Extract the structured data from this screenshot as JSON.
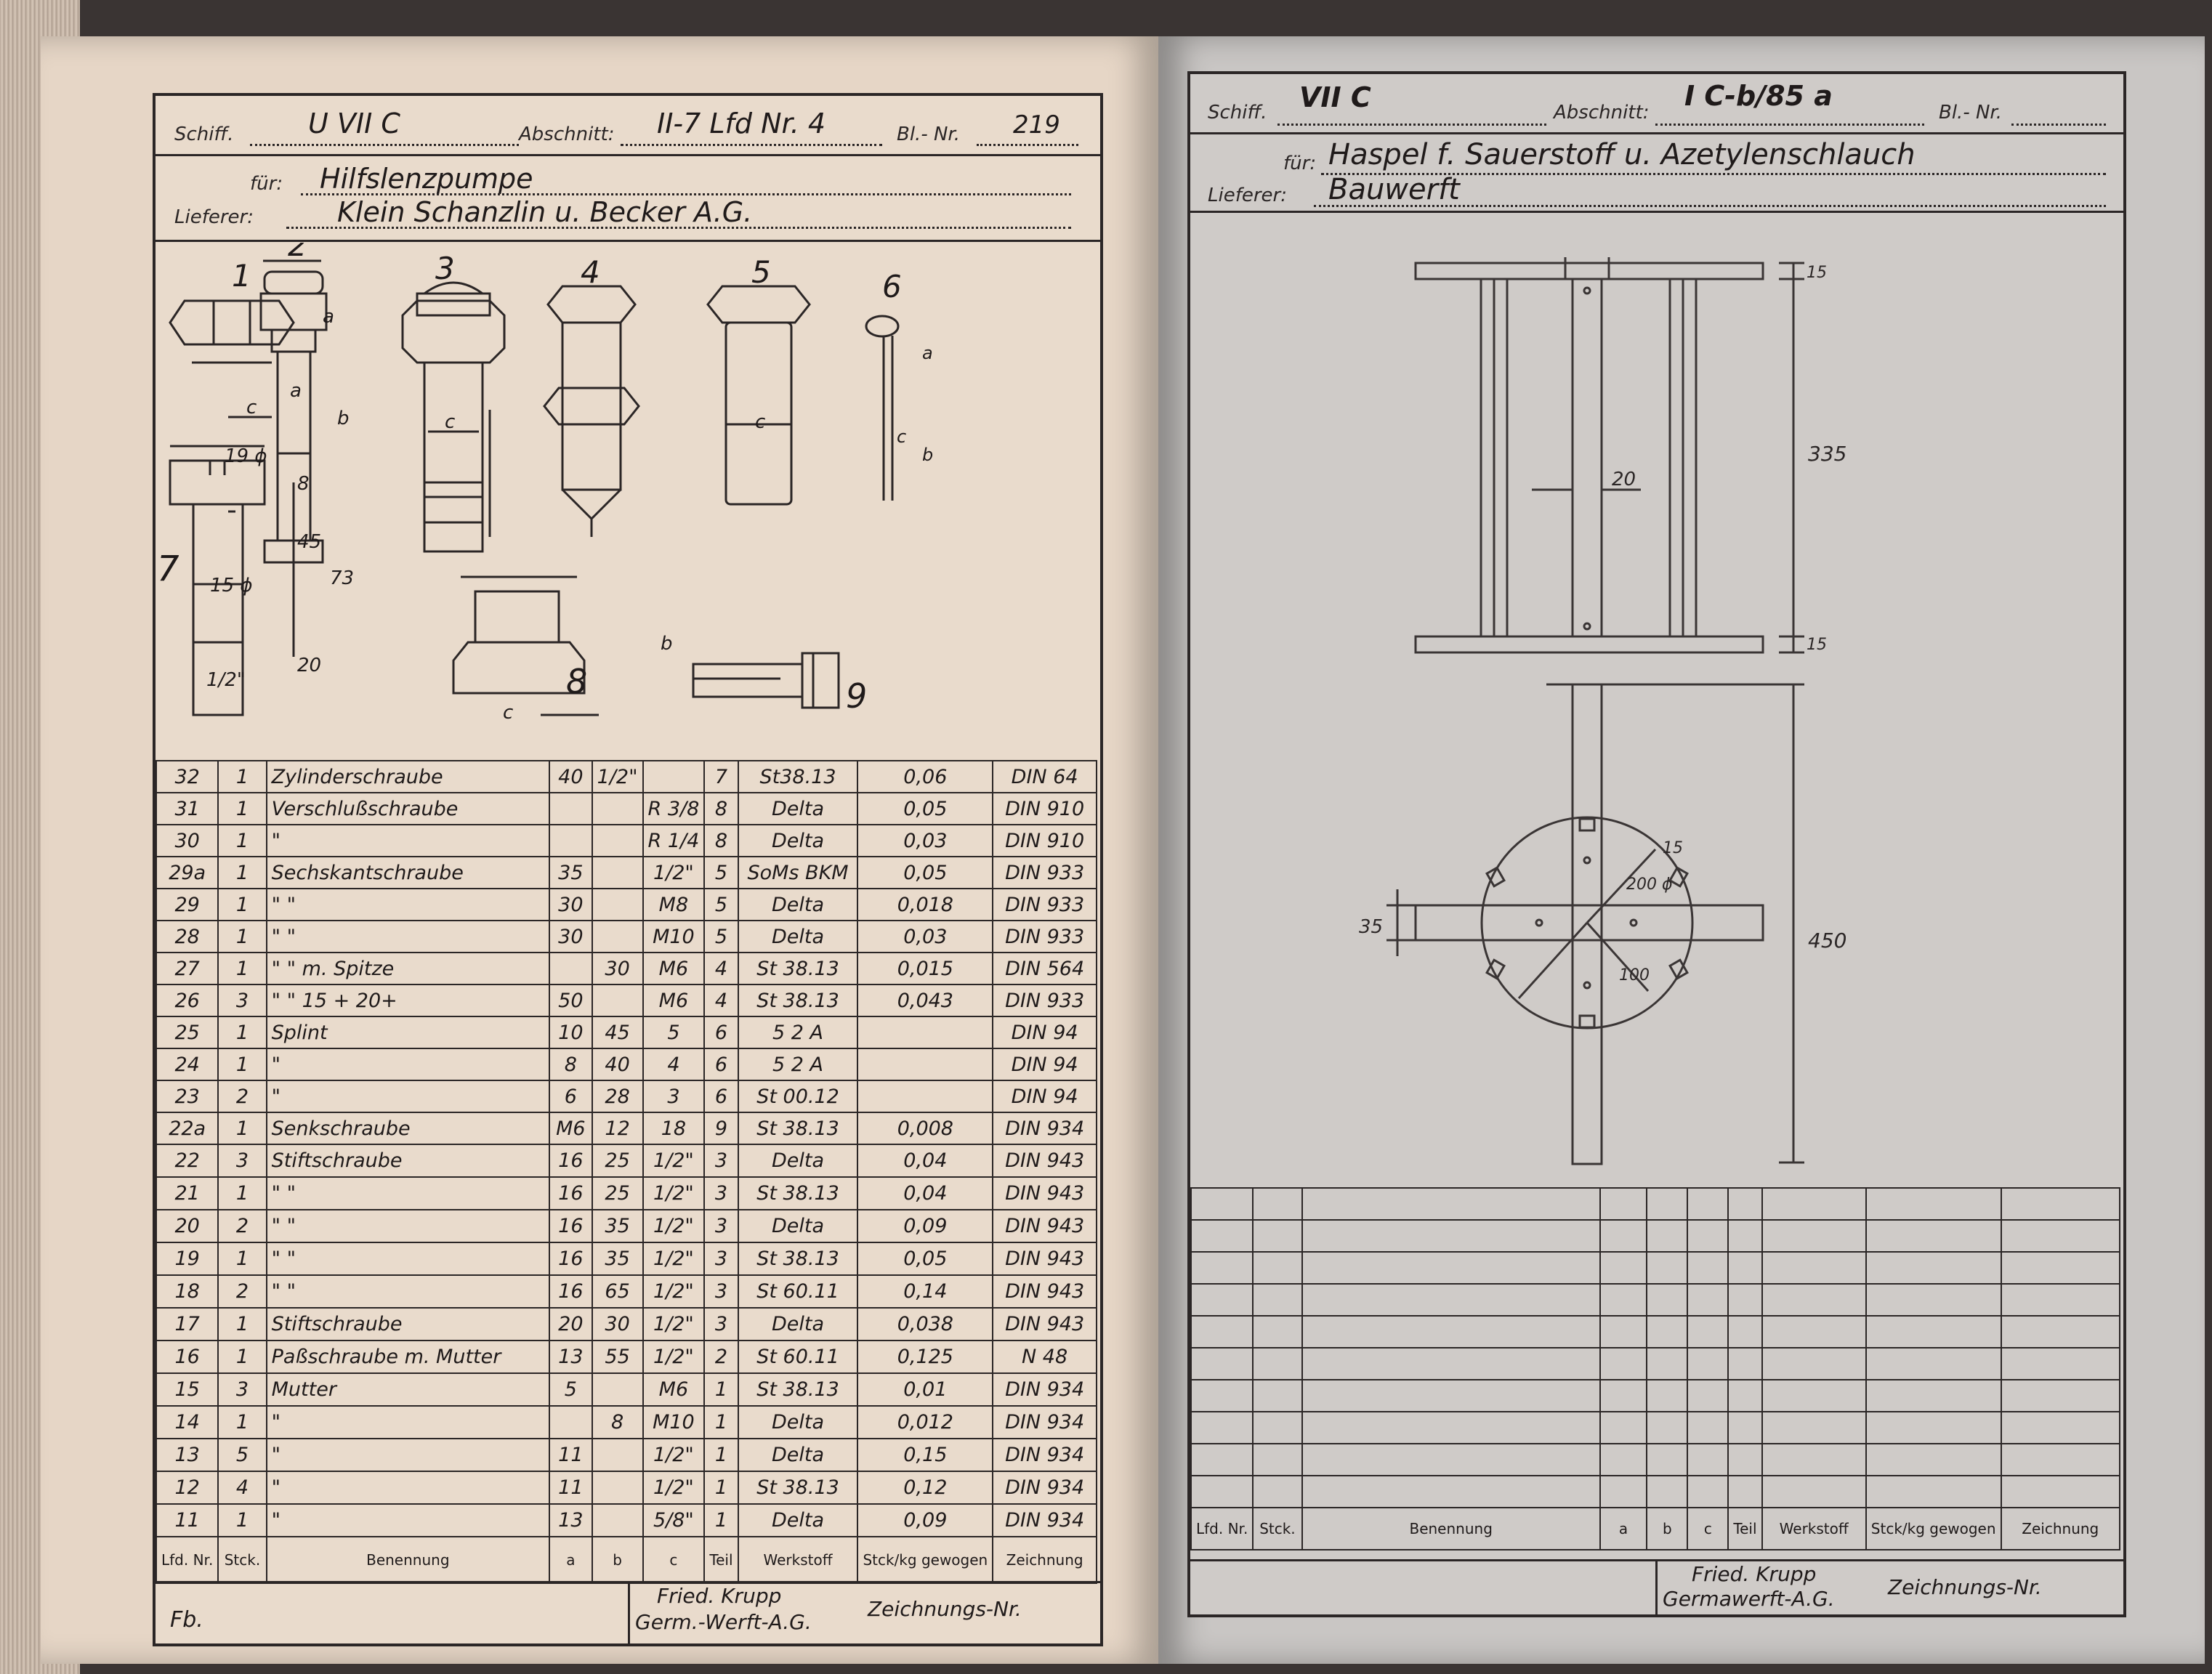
{
  "left": {
    "header": {
      "schiff_label": "Schiff.",
      "schiff_value": "U VII C",
      "abschnitt_label": "Abschnitt:",
      "abschnitt_value": "II-7 Lfd Nr. 4",
      "bl_label": "Bl.- Nr.",
      "bl_value": "219",
      "fuer_label": "für:",
      "fuer_value": "Hilfslenzpumpe",
      "lieferer_label": "Lieferer:",
      "lieferer_value": "Klein Schanzlin u. Becker A.G."
    },
    "drawing_labels": {
      "n1": "1",
      "n2": "2",
      "n3": "3",
      "n4": "4",
      "n5": "5",
      "n6": "6",
      "n7": "7",
      "n8": "8",
      "n9": "9",
      "a": "a",
      "b": "b",
      "c": "c",
      "d19": "19 ϕ",
      "d15": "15 ϕ",
      "half": "1/2\"",
      "m8": "8",
      "m45": "45",
      "m73": "73",
      "m20": "20"
    },
    "rows": [
      [
        "32",
        "1",
        "Zylinderschraube",
        "40",
        "1/2\"",
        "",
        "7",
        "St38.13",
        "0,06",
        "DIN 64"
      ],
      [
        "31",
        "1",
        "Verschlußschraube",
        "",
        "",
        "R 3/8",
        "8",
        "Delta",
        "0,05",
        "DIN 910"
      ],
      [
        "30",
        "1",
        "\"",
        "",
        "",
        "R 1/4",
        "8",
        "Delta",
        "0,03",
        "DIN 910"
      ],
      [
        "29a",
        "1",
        "Sechskantschraube",
        "35",
        "",
        "1/2\"",
        "5",
        "SoMs BKM",
        "0,05",
        "DIN 933"
      ],
      [
        "29",
        "1",
        "\"      \"",
        "30",
        "",
        "M8",
        "5",
        "Delta",
        "0,018",
        "DIN 933"
      ],
      [
        "28",
        "1",
        "\"      \"",
        "30",
        "",
        "M10",
        "5",
        "Delta",
        "0,03",
        "DIN 933"
      ],
      [
        "27",
        "1",
        "\"      \"    m. Spitze",
        "",
        "30",
        "M6",
        "4",
        "St 38.13",
        "0,015",
        "DIN 564"
      ],
      [
        "26",
        "3",
        "\"      \"    15 + 20+",
        "50",
        "",
        "M6",
        "4",
        "St 38.13",
        "0,043",
        "DIN 933"
      ],
      [
        "25",
        "1",
        "Splint",
        "10",
        "45",
        "5",
        "6",
        "5 2 A",
        "",
        "DIN 94"
      ],
      [
        "24",
        "1",
        "\"",
        "8",
        "40",
        "4",
        "6",
        "5 2 A",
        "",
        "DIN 94"
      ],
      [
        "23",
        "2",
        "\"",
        "6",
        "28",
        "3",
        "6",
        "St 00.12",
        "",
        "DIN 94"
      ],
      [
        "22a",
        "1",
        "Senkschraube",
        "M6",
        "12",
        "18",
        "9",
        "St 38.13",
        "0,008",
        "DIN 934"
      ],
      [
        "22",
        "3",
        "Stiftschraube",
        "16",
        "25",
        "1/2\"",
        "3",
        "Delta",
        "0,04",
        "DIN 943"
      ],
      [
        "21",
        "1",
        "\"      \"",
        "16",
        "25",
        "1/2\"",
        "3",
        "St 38.13",
        "0,04",
        "DIN 943"
      ],
      [
        "20",
        "2",
        "\"      \"",
        "16",
        "35",
        "1/2\"",
        "3",
        "Delta",
        "0,09",
        "DIN 943"
      ],
      [
        "19",
        "1",
        "\"      \"",
        "16",
        "35",
        "1/2\"",
        "3",
        "St 38.13",
        "0,05",
        "DIN 943"
      ],
      [
        "18",
        "2",
        "\"      \"",
        "16",
        "65",
        "1/2\"",
        "3",
        "St 60.11",
        "0,14",
        "DIN 943"
      ],
      [
        "17",
        "1",
        "Stiftschraube",
        "20",
        "30",
        "1/2\"",
        "3",
        "Delta",
        "0,038",
        "DIN 943"
      ],
      [
        "16",
        "1",
        "Paßschraube m. Mutter",
        "13",
        "55",
        "1/2\"",
        "2",
        "St 60.11",
        "0,125",
        "N 48"
      ],
      [
        "15",
        "3",
        "Mutter",
        "5",
        "",
        "M6",
        "1",
        "St 38.13",
        "0,01",
        "DIN 934"
      ],
      [
        "14",
        "1",
        "\"",
        "",
        "8",
        "M10",
        "1",
        "Delta",
        "0,012",
        "DIN 934"
      ],
      [
        "13",
        "5",
        "\"",
        "11",
        "",
        "1/2\"",
        "1",
        "Delta",
        "0,15",
        "DIN 934"
      ],
      [
        "12",
        "4",
        "\"",
        "11",
        "",
        "1/2\"",
        "1",
        "St 38.13",
        "0,12",
        "DIN 934"
      ],
      [
        "11",
        "1",
        "\"",
        "13",
        "",
        "5/8\"",
        "1",
        "Delta",
        "0,09",
        "DIN 934"
      ]
    ],
    "columns": [
      "Lfd. Nr.",
      "Stck.",
      "Benennung",
      "a",
      "b",
      "c",
      "Teil",
      "Werkstoff",
      "Stck/kg gewogen",
      "Zeichnung"
    ],
    "footer": {
      "initials": "Fb.",
      "firm_line1": "Fried. Krupp",
      "firm_line2": "Germ.-Werft-A.G.",
      "zeichnungs_label": "Zeichnungs-Nr."
    }
  },
  "right": {
    "header": {
      "schiff_label": "Schiff.",
      "schiff_value": "VII C",
      "abschnitt_label": "Abschnitt:",
      "abschnitt_value": "I C-b/85 a",
      "bl_label": "Bl.- Nr.",
      "fuer_label": "für:",
      "fuer_value": "Haspel f. Sauerstoff u. Azetylenschlauch",
      "lieferer_label": "Lieferer:",
      "lieferer_value": "Bauwerft"
    },
    "dims": {
      "d15a": "15",
      "d335": "335",
      "d15b": "15",
      "d20": "20",
      "d450": "450",
      "d35": "35",
      "d200": "200 ϕ",
      "d15c": "15",
      "d100": "100"
    },
    "columns": [
      "Lfd. Nr.",
      "Stck.",
      "Benennung",
      "a",
      "b",
      "c",
      "Teil",
      "Werkstoff",
      "Stck/kg gewogen",
      "Zeichnung"
    ],
    "footer": {
      "firm_line1": "Fried. Krupp",
      "firm_line2": "Germawerft-A.G.",
      "zeichnungs_label": "Zeichnungs-Nr."
    }
  }
}
